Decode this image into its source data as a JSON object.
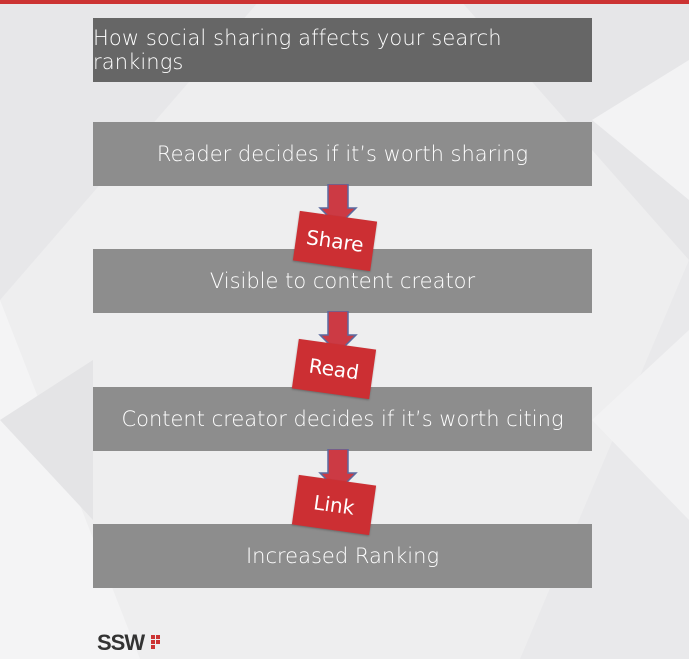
{
  "diagram": {
    "title": "How social sharing affects your search rankings",
    "steps": [
      {
        "label": "Reader decides if it’s worth sharing"
      },
      {
        "label": "Visible to content creator"
      },
      {
        "label": "Content creator decides if it’s worth citing"
      },
      {
        "label": "Increased Ranking"
      }
    ],
    "connectors": [
      {
        "label": "Share"
      },
      {
        "label": "Read"
      },
      {
        "label": "Link"
      }
    ]
  },
  "brand": {
    "logo_text": "SSW",
    "accent_color": "#cc3333"
  },
  "colors": {
    "title_box": "#666666",
    "step_box": "#8d8d8d",
    "arrow": "#cc3a44",
    "arrow_stroke": "#5a6aa0",
    "tag": "#cc2f33"
  }
}
